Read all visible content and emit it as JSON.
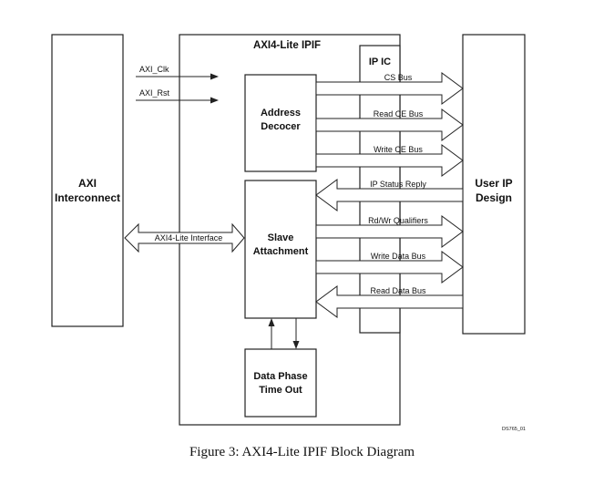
{
  "diagram": {
    "title": "AXI4-Lite IPIF",
    "axi_interconnect": {
      "line1": "AXI",
      "line2": "Interconnect"
    },
    "user_ip": {
      "line1": "User IP",
      "line2": "Design"
    },
    "ipic_label": "IP IC",
    "clock_label": "AXI_Clk",
    "reset_label": "AXI_Rst",
    "interface_label": "AXI4-Lite Interface",
    "address_decoder": {
      "line1": "Address",
      "line2": "Decocer"
    },
    "slave_attachment": {
      "line1": "Slave",
      "line2": "Attachment"
    },
    "data_phase_timeout": {
      "line1": "Data Phase",
      "line2": "Time Out"
    },
    "buses": [
      {
        "label": "CS Bus",
        "direction": "right"
      },
      {
        "label": "Read CE Bus",
        "direction": "right"
      },
      {
        "label": "Write CE Bus",
        "direction": "right"
      },
      {
        "label": "IP Status Reply",
        "direction": "left"
      },
      {
        "label": "Rd/Wr Qualifiers",
        "direction": "right"
      },
      {
        "label": "Write Data Bus",
        "direction": "right"
      },
      {
        "label": "Read Data Bus",
        "direction": "left"
      }
    ],
    "figure_id": "DS765_01"
  },
  "caption": "Figure 3: AXI4-Lite IPIF Block Diagram"
}
